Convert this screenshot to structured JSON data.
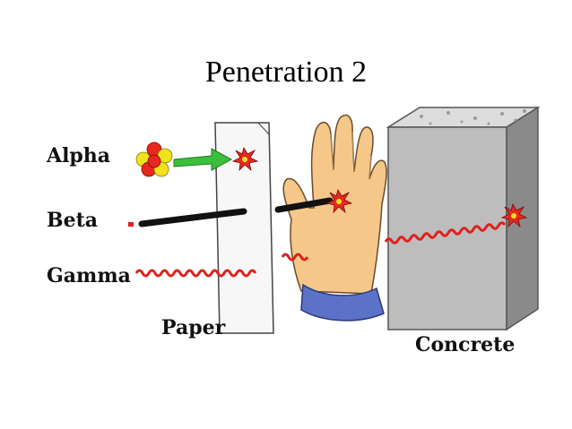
{
  "slide": {
    "title": "Penetration 2"
  },
  "radiation_labels": {
    "alpha": "Alpha",
    "beta": "Beta",
    "gamma": "Gamma"
  },
  "barrier_labels": {
    "paper": "Paper",
    "concrete": "Concrete"
  },
  "colors": {
    "background": "#ffffff",
    "wave": "#e0201c",
    "arrow": "#3cbf3c",
    "beta_beam": "#111111",
    "skin": "#f5c88a",
    "sleeve": "#5b72c8",
    "concrete_front": "#bdbdbd",
    "concrete_side": "#8a8a8a",
    "impact": "#e8281e"
  }
}
